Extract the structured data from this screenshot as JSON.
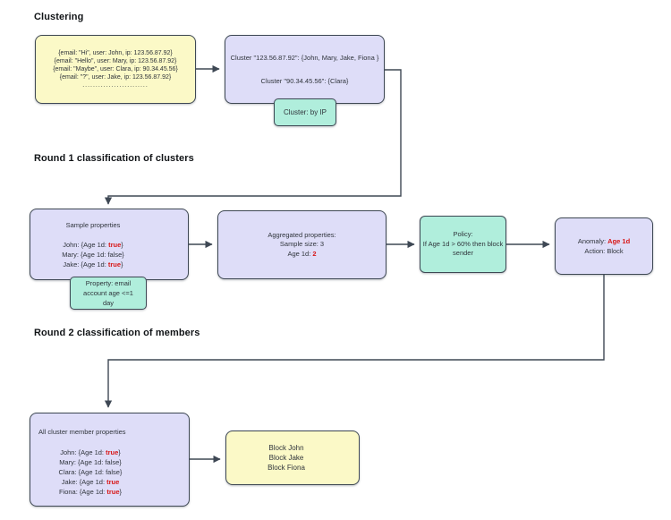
{
  "title": "Clustering",
  "sections": {
    "round1": "Round 1 classification of clusters",
    "round2": "Round 2 classification of members"
  },
  "colors": {
    "node_lavender": "#deddf8",
    "node_yellow": "#fbf9c7",
    "node_mint": "#b0eedc",
    "stroke": "#3e4854",
    "highlight_red": "#d81616"
  },
  "boxes": {
    "emails": {
      "lines": [
        "{email: \"Hi\", user: John, ip: 123.56.87.92}",
        "{email: \"Hello\", user: Mary, ip: 123.56.87.92}",
        "{email: \"Maybe\", user: Clara, ip: 90.34.45.56}",
        "{email: \"?\", user: Jake, ip: 123.56.87.92}",
        "........................."
      ]
    },
    "cluster": {
      "line1": "Cluster \"123.56.87.92\": {John, Mary, Jake, Fiona }",
      "line2": "Cluster \"90.34.45.56\": {Clara}"
    },
    "cluster_method": {
      "label": "Cluster: by IP"
    },
    "sample": {
      "title": "Sample properties",
      "rows": [
        {
          "pre": "John: {Age 1d: ",
          "val": "true",
          "suf": "}"
        },
        {
          "pre": "Mary: {Age 1d: false}",
          "val": "",
          "suf": ""
        },
        {
          "pre": "Jake: {Age 1d: ",
          "val": "true",
          "suf": "}"
        }
      ]
    },
    "property_label": {
      "lines": [
        "Property: email",
        "account age <=1",
        "day"
      ]
    },
    "aggregated": {
      "line1": "Aggregated properties:",
      "line2": "Sample size: 3",
      "line3_pre": "Age 1d: ",
      "line3_val": "2"
    },
    "policy": {
      "lines": [
        "Policy:",
        "If Age 1d > 60% then block",
        "sender"
      ]
    },
    "anomaly": {
      "line1_pre": "Anomaly: ",
      "line1_val": "Age 1d",
      "line2": "Action: Block"
    },
    "members": {
      "title": "All cluster member properties",
      "rows": [
        {
          "pre": "John: {Age 1d: ",
          "val": "true",
          "suf": "}"
        },
        {
          "pre": "Mary: {Age 1d: false}",
          "val": "",
          "suf": ""
        },
        {
          "pre": "Clara: {Age 1d: false}",
          "val": "",
          "suf": ""
        },
        {
          "pre": "Jake: {Age 1d: ",
          "val": "true",
          "suf": ""
        },
        {
          "pre": "Fiona: {Age 1d: ",
          "val": "true",
          "suf": "}"
        }
      ]
    },
    "block": {
      "lines": [
        "Block John",
        "Block Jake",
        "Block Fiona"
      ]
    }
  }
}
